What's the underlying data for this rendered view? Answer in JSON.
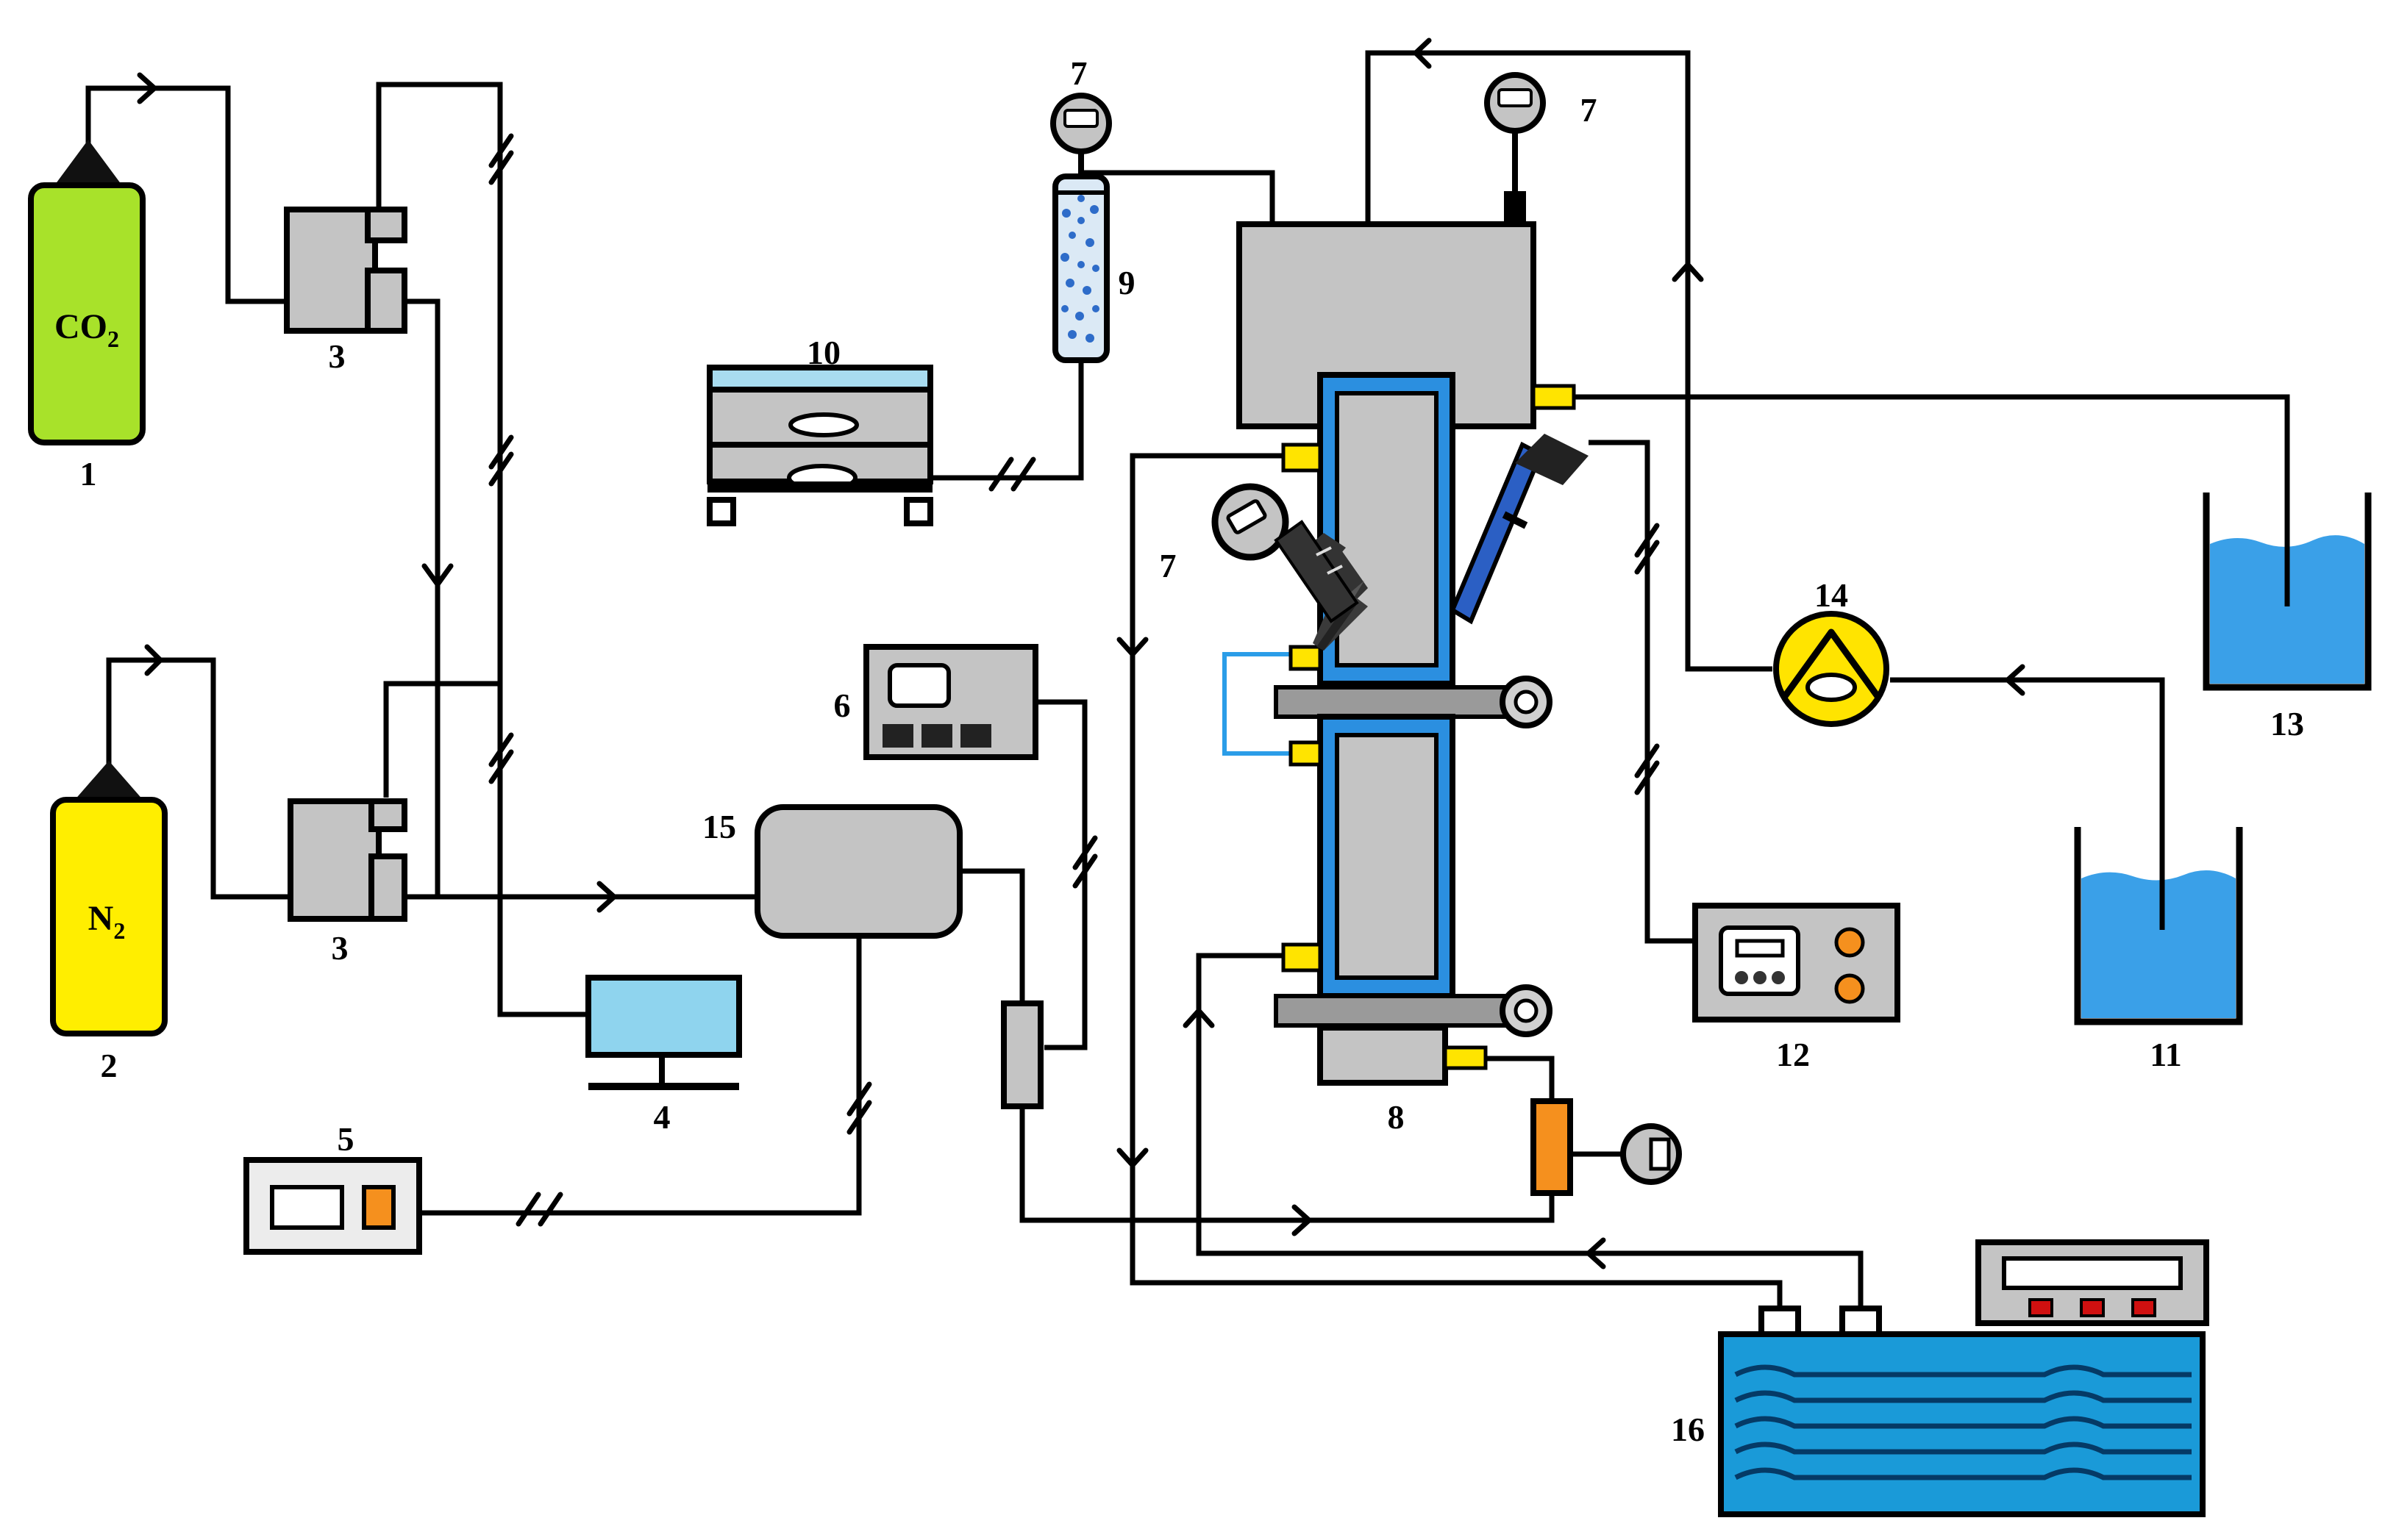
{
  "labels": {
    "n1": "1",
    "n2": "2",
    "n3a": "3",
    "n3b": "3",
    "n4": "4",
    "n5": "5",
    "n6": "6",
    "n7a": "7",
    "n7b": "7",
    "n7c": "7",
    "n8": "8",
    "n9": "9",
    "n10": "10",
    "n11": "11",
    "n12": "12",
    "n13": "13",
    "n14": "14",
    "n15": "15",
    "n16": "16"
  },
  "cylinders": {
    "co2": {
      "base": "CO",
      "sub": "2"
    },
    "n2": {
      "base": "N",
      "sub": "2"
    }
  },
  "colors": {
    "co2_cylinder": "#a8e22a",
    "n2_cylinder": "#ffee00",
    "water": "#3aa0e8",
    "cell_blue": "#2b8fe0",
    "equipment_gray": "#c4c4c4",
    "monitor": "#8fd4ee",
    "sensor_orange": "#f5901e",
    "bath_blue": "#1a9ad8"
  }
}
